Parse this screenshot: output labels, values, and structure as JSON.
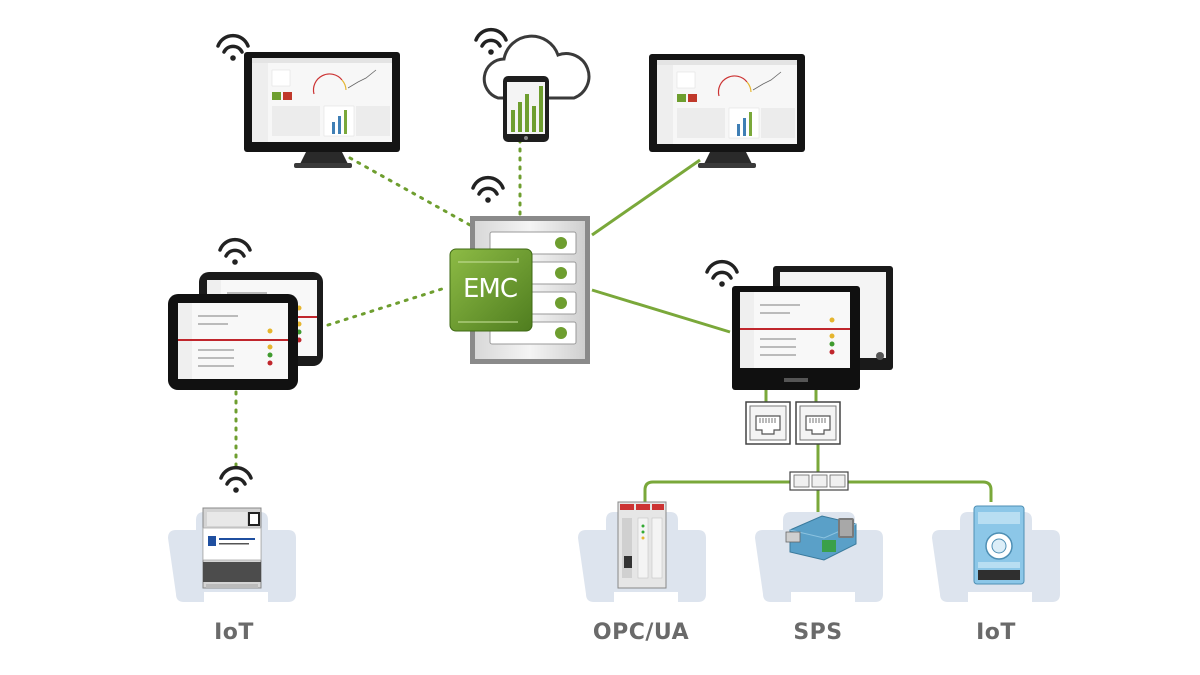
{
  "server": {
    "logo_text": "EMC"
  },
  "labels": {
    "iot_left": "IoT",
    "opcua": "OPC/UA",
    "sps": "SPS",
    "iot_right": "IoT"
  },
  "colors": {
    "green": "#6e9e2f",
    "green_dark": "#4f7d1f",
    "label_gray": "#6a6a6a",
    "silhouette": "#dde4ee",
    "line_green": "#7aa83a"
  },
  "icons": [
    "wifi-icon",
    "cloud-icon",
    "monitor-icon",
    "tablet-icon",
    "server-icon",
    "ethernet-port-icon",
    "switch-icon",
    "plc-icon",
    "profibus-adapter-icon",
    "adam-module-icon",
    "iot-device-icon"
  ]
}
